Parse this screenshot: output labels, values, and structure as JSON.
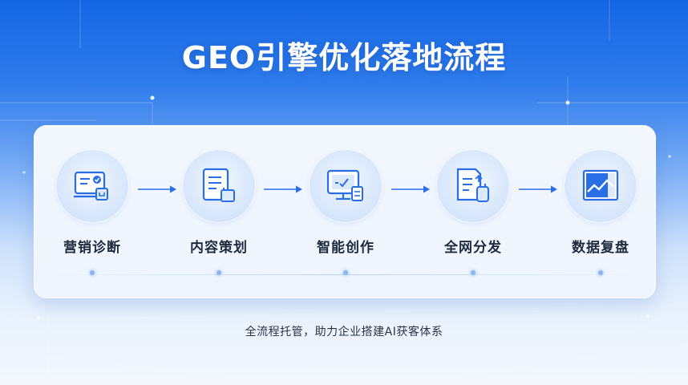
{
  "title": "GEO引擎优化落地流程",
  "steps": [
    {
      "label": "营销诊断",
      "icon": "monitor-diagnosis-icon"
    },
    {
      "label": "内容策划",
      "icon": "document-plan-icon"
    },
    {
      "label": "智能创作",
      "icon": "screen-create-icon"
    },
    {
      "label": "全网分发",
      "icon": "document-distribute-icon"
    },
    {
      "label": "数据复盘",
      "icon": "chart-review-icon"
    }
  ],
  "subtitle": "全流程托管，助力企业搭建AI获客体系",
  "colors": {
    "accent": "#2a6ee6",
    "title_text": "#ffffff",
    "label_text": "#1f2a3d"
  }
}
